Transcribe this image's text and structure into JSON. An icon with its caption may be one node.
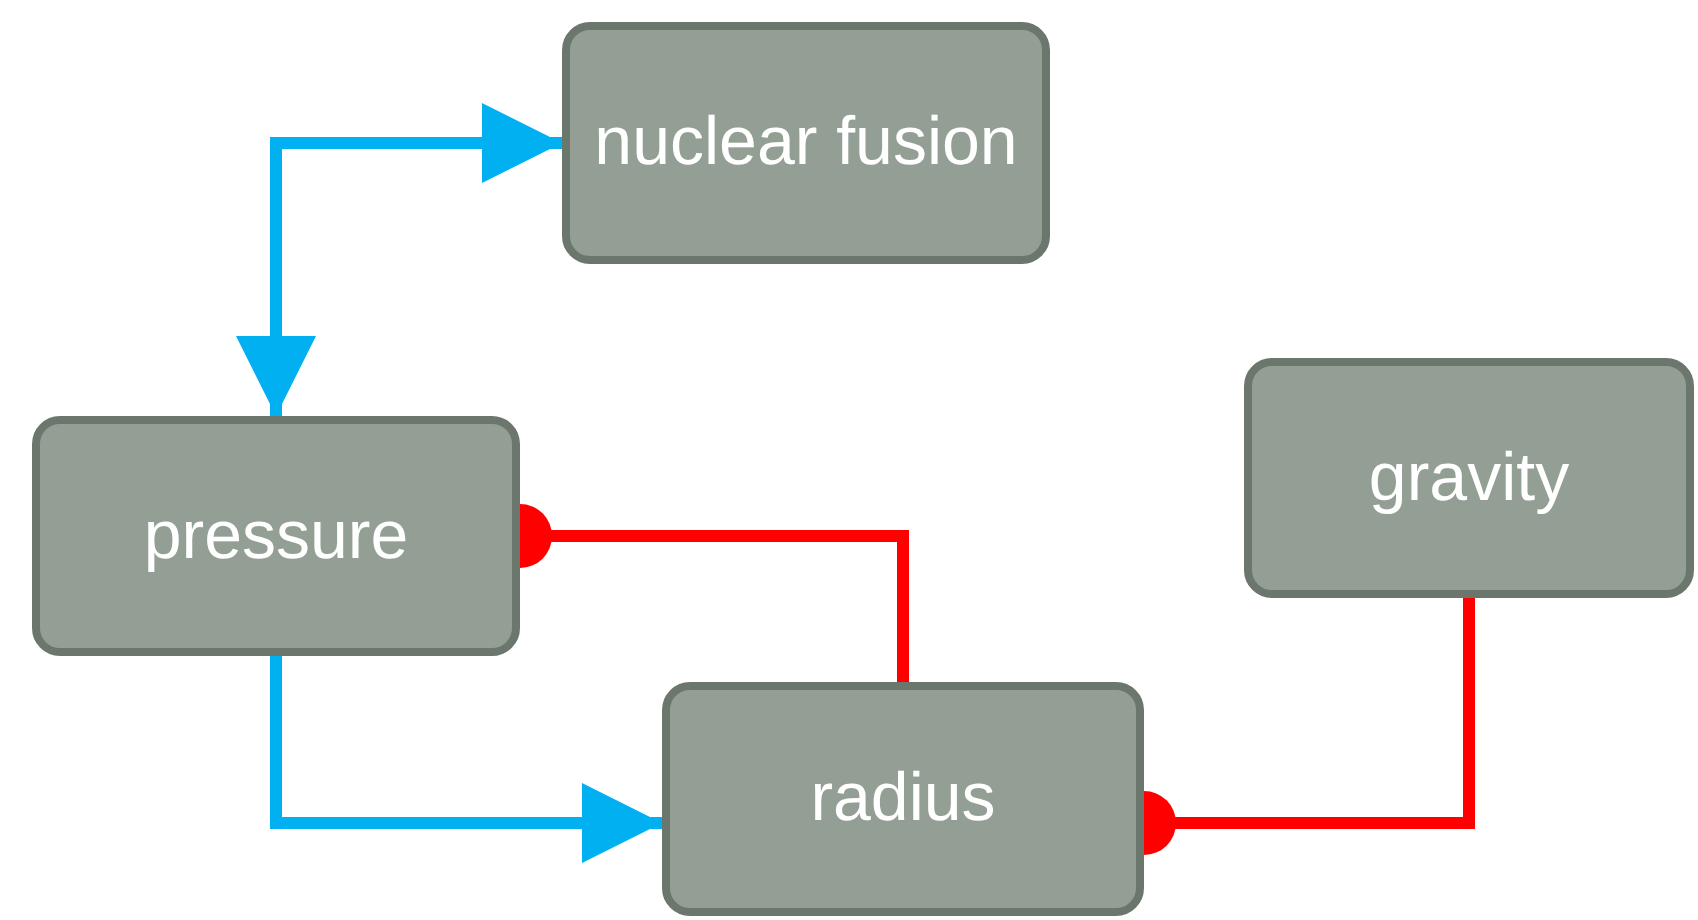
{
  "diagram": {
    "nodes": [
      {
        "text": [
          "nuclear fusion"
        ]
      },
      {
        "text": [
          "pressure"
        ]
      },
      {
        "text": [
          "gravity"
        ]
      },
      {
        "text": [
          "radius"
        ]
      }
    ],
    "edges": [
      {
        "from": 1,
        "to": 0,
        "arrow": "both",
        "color": "#00b0f0"
      },
      {
        "from": 1,
        "to": 3,
        "arrow": "to",
        "color": "#00b0f0"
      },
      {
        "from": 3,
        "to": 1,
        "arrow": "other",
        "color": "#ff0000"
      },
      {
        "from": 2,
        "to": 3,
        "arrow": "other",
        "color": "#ff0000"
      }
    ]
  }
}
